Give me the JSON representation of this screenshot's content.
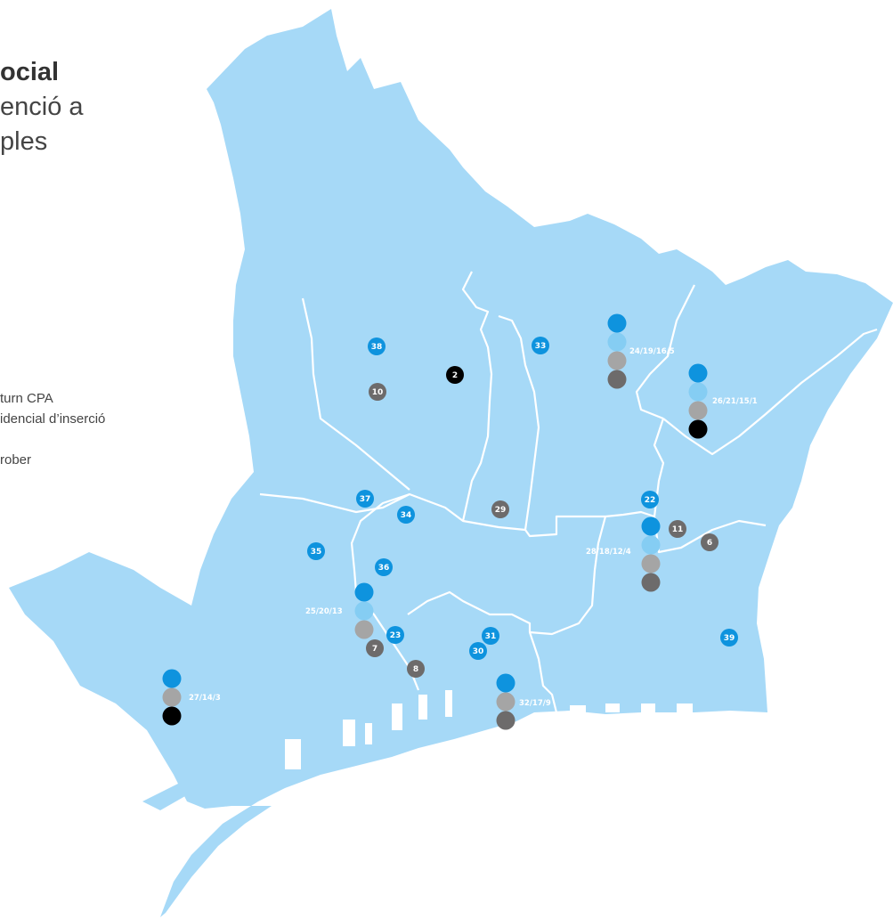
{
  "title": {
    "line1": "ocial",
    "line2": "enció a",
    "line3": "ples"
  },
  "legend": {
    "items": [
      "turn CPA",
      "idencial d’inserció",
      "",
      "rober"
    ]
  },
  "colors": {
    "map_fill": "#a6d9f7",
    "district_border": "#ffffff",
    "marker_blue": "#0e93de",
    "marker_lightblue": "#85cdf3",
    "marker_lightgray": "#a5a5a5",
    "marker_darkgray": "#6d6b6b",
    "marker_black": "#000000"
  },
  "markers": [
    {
      "label": "38",
      "color": "blue"
    },
    {
      "label": "10",
      "color": "darkgray"
    },
    {
      "label": "2",
      "color": "black"
    },
    {
      "label": "33",
      "color": "blue"
    },
    {
      "label": "37",
      "color": "blue"
    },
    {
      "label": "34",
      "color": "blue"
    },
    {
      "label": "29",
      "color": "darkgray"
    },
    {
      "label": "35",
      "color": "blue"
    },
    {
      "label": "36",
      "color": "blue"
    },
    {
      "label": "22",
      "color": "blue"
    },
    {
      "label": "11",
      "color": "darkgray"
    },
    {
      "label": "6",
      "color": "darkgray"
    },
    {
      "label": "23",
      "color": "blue"
    },
    {
      "label": "7",
      "color": "darkgray"
    },
    {
      "label": "8",
      "color": "darkgray"
    },
    {
      "label": "31",
      "color": "blue"
    },
    {
      "label": "30",
      "color": "blue"
    },
    {
      "label": "39",
      "color": "blue"
    }
  ],
  "clusters": [
    {
      "label": "24/19/16/5",
      "dots": [
        "blue",
        "lightblue",
        "lightgray",
        "darkgray"
      ]
    },
    {
      "label": "26/21/15/1",
      "dots": [
        "blue",
        "lightblue",
        "lightgray",
        "black"
      ]
    },
    {
      "label": "28/18/12/4",
      "dots": [
        "blue",
        "lightblue",
        "lightgray",
        "darkgray"
      ]
    },
    {
      "label": "25/20/13",
      "dots": [
        "blue",
        "lightblue",
        "lightgray"
      ]
    },
    {
      "label": "32/17/9",
      "dots": [
        "blue",
        "lightgray",
        "darkgray"
      ]
    },
    {
      "label": "27/14/3",
      "dots": [
        "blue",
        "lightgray",
        "black"
      ]
    }
  ]
}
